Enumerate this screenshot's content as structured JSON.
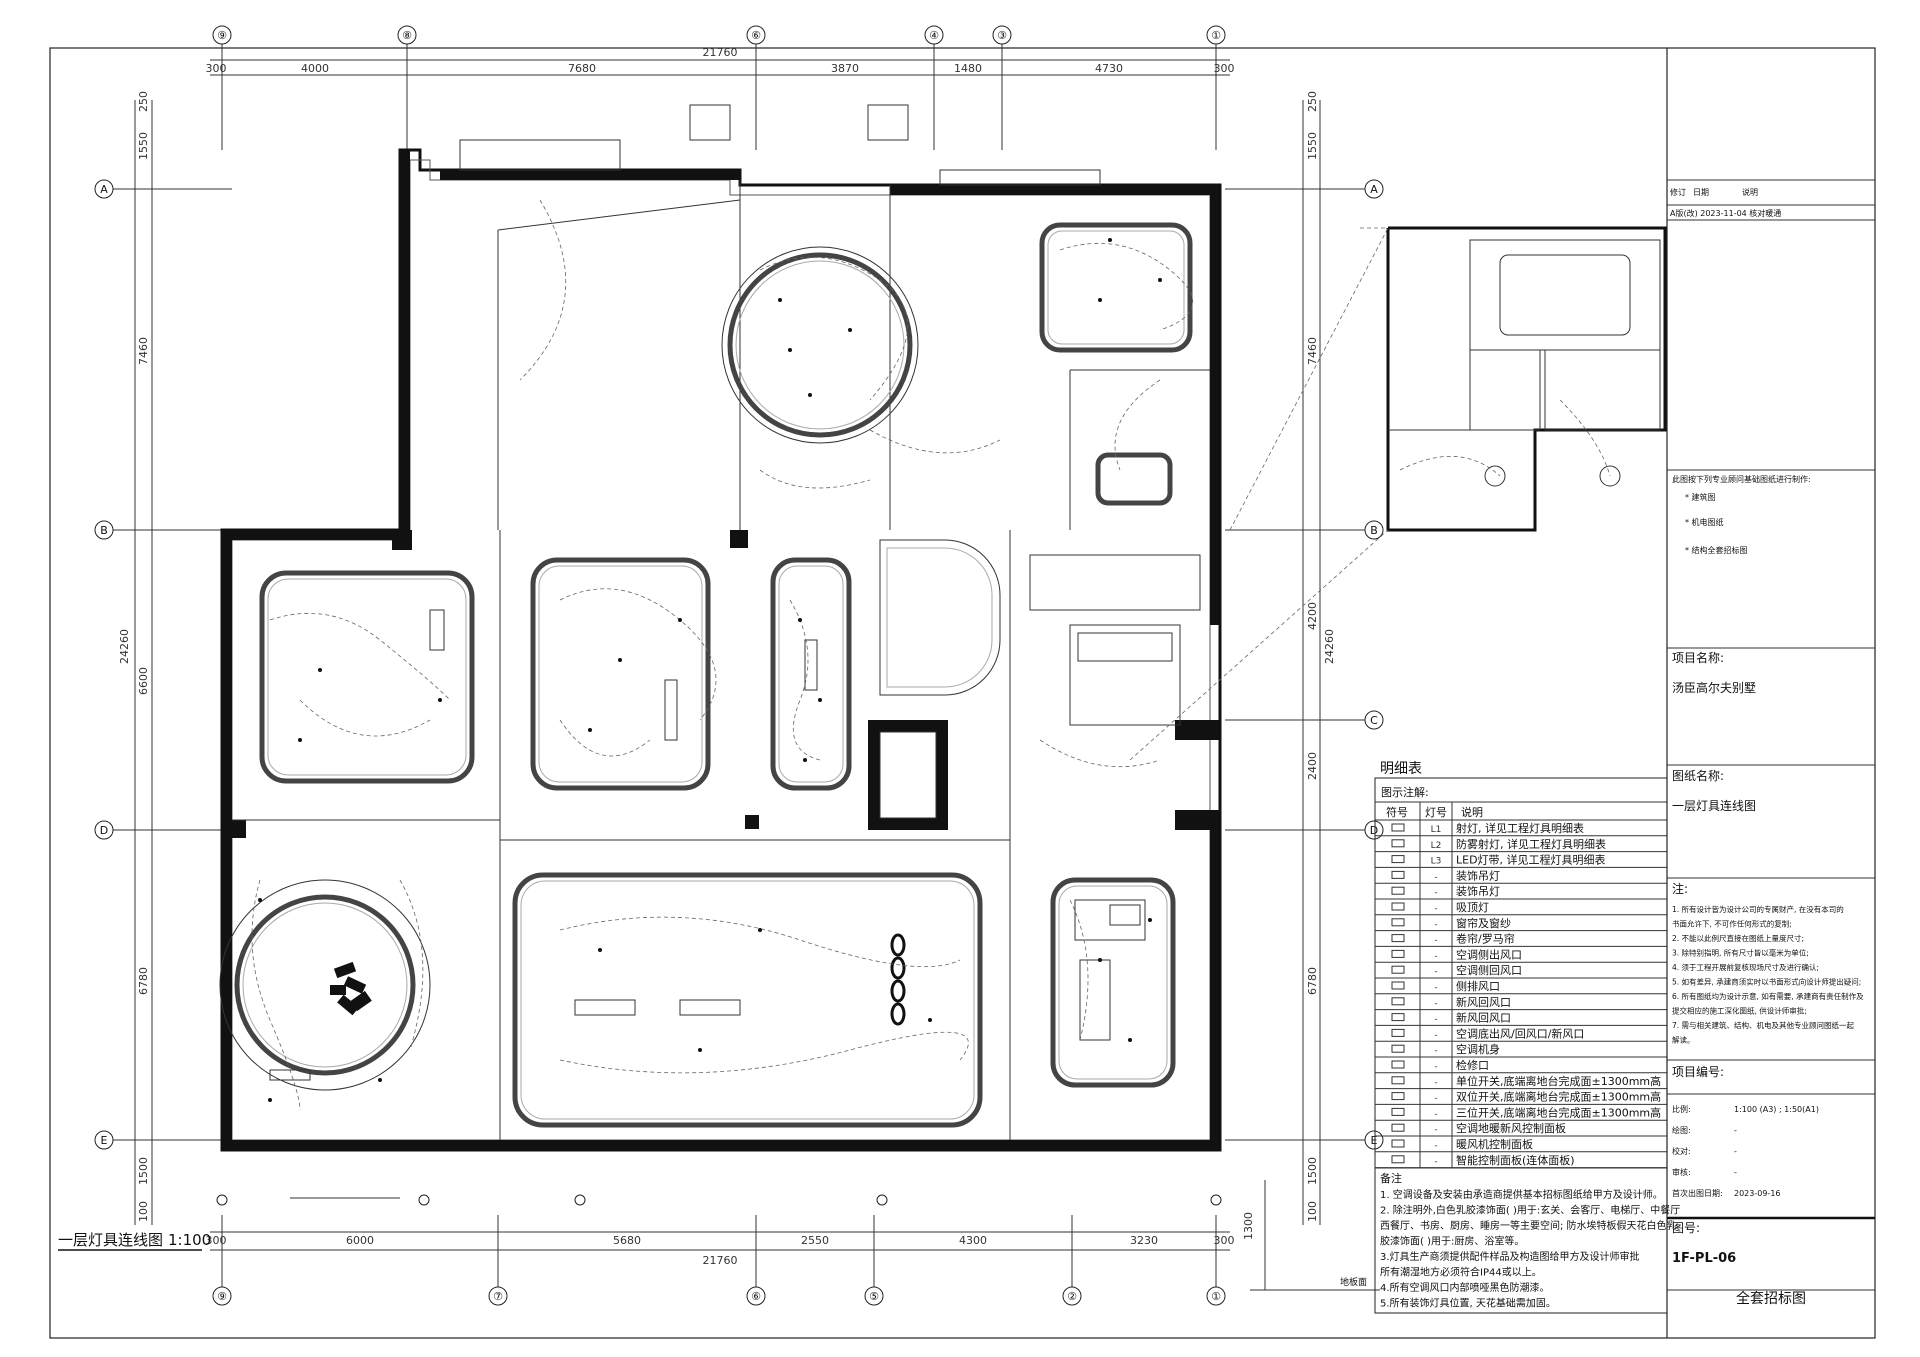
{
  "drawing": {
    "title": "一层灯具连线图",
    "scale": "1:100",
    "axes_top": [
      "⑨",
      "⑧",
      "⑥",
      "④",
      "③",
      "①"
    ],
    "axes_bottom": [
      "⑨",
      "⑦",
      "⑥",
      "⑤",
      "②",
      "①"
    ],
    "axes_left": [
      "A",
      "B",
      "D",
      "E"
    ],
    "axes_right": [
      "A",
      "B",
      "C",
      "D",
      "E"
    ],
    "dims_top": [
      "300",
      "4000",
      "7680",
      "3870",
      "1480",
      "4730",
      "300"
    ],
    "dims_top_total": "21760",
    "dims_bottom": [
      "300",
      "6000",
      "5680",
      "2550",
      "4300",
      "3230",
      "300"
    ],
    "dims_bottom_total": "21760",
    "dims_left": [
      "250",
      "1550",
      "7460",
      "6600",
      "6780",
      "1500",
      "100"
    ],
    "dims_left_total": "24260",
    "dims_right": [
      "250",
      "1550",
      "7460",
      "4200",
      "2400",
      "6780",
      "1500",
      "100"
    ],
    "dims_right_total": "24260",
    "floor_label": "地板面",
    "floor_dim": "1300"
  },
  "legend": {
    "title": "明细表",
    "note_header": "图示注解:",
    "columns": [
      "符号",
      "灯号",
      "说明"
    ],
    "rows": [
      {
        "code": "L1",
        "desc": "射灯, 详见工程灯具明细表"
      },
      {
        "code": "L2",
        "desc": "防雾射灯, 详见工程灯具明细表"
      },
      {
        "code": "L3",
        "desc": "LED灯带, 详见工程灯具明细表"
      },
      {
        "code": "-",
        "desc": "装饰吊灯"
      },
      {
        "code": "-",
        "desc": "装饰吊灯"
      },
      {
        "code": "-",
        "desc": "吸顶灯"
      },
      {
        "code": "-",
        "desc": "窗帘及窗纱"
      },
      {
        "code": "-",
        "desc": "卷帘/罗马帘"
      },
      {
        "code": "-",
        "desc": "空调侧出风口"
      },
      {
        "code": "-",
        "desc": "空调侧回风口"
      },
      {
        "code": "-",
        "desc": "侧排风口"
      },
      {
        "code": "-",
        "desc": "新风回风口"
      },
      {
        "code": "-",
        "desc": "新风回风口"
      },
      {
        "code": "-",
        "desc": "空调底出风/回风口/新风口"
      },
      {
        "code": "-",
        "desc": "空调机身"
      },
      {
        "code": "-",
        "desc": "检修口"
      },
      {
        "code": "-",
        "desc": "单位开关,底端离地台完成面±1300mm高"
      },
      {
        "code": "-",
        "desc": "双位开关,底端离地台完成面±1300mm高"
      },
      {
        "code": "-",
        "desc": "三位开关,底端离地台完成面±1300mm高"
      },
      {
        "code": "-",
        "desc": "空调地暖新风控制面板"
      },
      {
        "code": "-",
        "desc": "暖风机控制面板"
      },
      {
        "code": "-",
        "desc": "智能控制面板(连体面板)"
      }
    ],
    "remarks_title": "备注",
    "remarks": [
      "1. 空调设备及安装由承造商提供基本招标图纸给甲方及设计师。",
      "2. 除注明外,白色乳胶漆饰面(     )用于:玄关、会客厅、电梯厅、中餐厅",
      "西餐厅、书房、厨房、睡房一等主要空间; 防水埃特板假天花白色乳",
      "胶漆饰面(     )用于:厨房、浴室等。",
      "3.灯具生产商须提供配件样品及构造图给甲方及设计师审批",
      "所有潮湿地方必须符合IP44或以上。",
      "4.所有空调风口内部喷哑黑色防潮漆。",
      "5.所有装饰灯具位置, 天花基础需加固。"
    ]
  },
  "title_block": {
    "revision_header": [
      "修订",
      "日期",
      "说明"
    ],
    "revision_row": "A版(改)  2023-11-04 核对暖通",
    "reference_intro": "此图按下列专业顾问基础图纸进行制作:",
    "references": [
      "* 建筑图",
      "* 机电图纸",
      "* 结构全套招标图"
    ],
    "project_label": "项目名称:",
    "project_name": "汤臣高尔夫别墅",
    "drawing_label": "图纸名称:",
    "drawing_name": "一层灯具连线图",
    "notes_label": "注:",
    "notes": [
      "1. 所有设计皆为设计公司的专属财产, 在没有本司的",
      "   书面允许下, 不可作任何形式的复制;",
      "2. 不能以此例尺直接在图纸上量度尺寸;",
      "3. 除特别指明, 所有尺寸皆以毫米为单位;",
      "4. 须于工程开展前复核现场尺寸及进行确认;",
      "5. 如有差异, 承建商须实时以书面形式向设计师提出疑问;",
      "6. 所有图纸均为设计示意, 如有需要, 承建商有责任制作及",
      "   提交相应的施工深化图纸, 供设计师审批;",
      "7. 需与相关建筑、结构、机电及其他专业顾问图纸一起",
      "   解读。"
    ],
    "number_label": "项目编号:",
    "scale_label": "比例:",
    "scale_value": "1:100 (A3) ; 1:50(A1)",
    "drawn_label": "绘图:",
    "drawn_value": "-",
    "checked_label": "校对:",
    "checked_value": "-",
    "approved_label": "审核:",
    "approved_value": "-",
    "date_label": "首次出图日期:",
    "date_value": "2023-09-16",
    "sheet_label": "图号:",
    "sheet_no": "1F-PL-06",
    "stage": "全套招标图"
  },
  "colors": {
    "line": "#111111",
    "grey": "#888888",
    "background": "#ffffff"
  }
}
